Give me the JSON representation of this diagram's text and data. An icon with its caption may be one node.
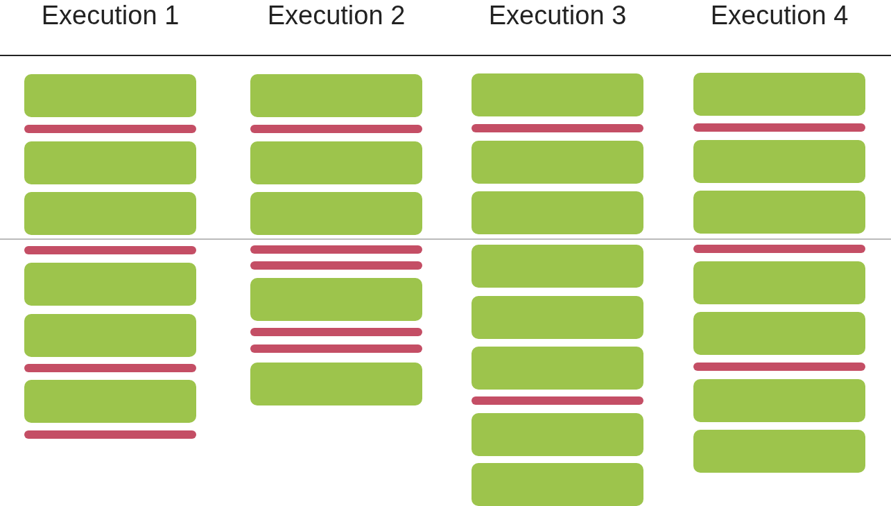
{
  "diagram": {
    "nodes": [
      {
        "text": [],
        "shape": "box"
      },
      {
        "text": [],
        "shape": "bar"
      },
      {
        "text": [],
        "shape": "box"
      },
      {
        "text": [],
        "shape": "box"
      },
      {
        "text": [],
        "shape": "bar"
      },
      {
        "text": [],
        "shape": "box"
      },
      {
        "text": [],
        "shape": "box"
      },
      {
        "text": [],
        "shape": "bar"
      },
      {
        "text": [],
        "shape": "box"
      },
      {
        "text": [],
        "shape": "bar"
      },
      {
        "text": [],
        "shape": "box"
      },
      {
        "text": [],
        "shape": "bar"
      },
      {
        "text": [],
        "shape": "box"
      },
      {
        "text": [],
        "shape": "box"
      },
      {
        "text": [],
        "shape": "bar"
      },
      {
        "text": [],
        "shape": "bar"
      },
      {
        "text": [],
        "shape": "box"
      },
      {
        "text": [],
        "shape": "bar"
      },
      {
        "text": [],
        "shape": "bar"
      },
      {
        "text": [],
        "shape": "box"
      },
      {
        "text": [],
        "shape": "box"
      },
      {
        "text": [],
        "shape": "bar"
      },
      {
        "text": [],
        "shape": "box"
      },
      {
        "text": [],
        "shape": "box"
      },
      {
        "text": [],
        "shape": "box"
      },
      {
        "text": [],
        "shape": "box"
      },
      {
        "text": [],
        "shape": "box"
      },
      {
        "text": [],
        "shape": "bar"
      },
      {
        "text": [],
        "shape": "box"
      },
      {
        "text": [],
        "shape": "box"
      },
      {
        "text": [],
        "shape": "box"
      },
      {
        "text": [],
        "shape": "bar"
      },
      {
        "text": [],
        "shape": "box"
      },
      {
        "text": [],
        "shape": "box"
      },
      {
        "text": [],
        "shape": "bar"
      },
      {
        "text": [],
        "shape": "box"
      },
      {
        "text": [],
        "shape": "box"
      },
      {
        "text": [],
        "shape": "bar"
      },
      {
        "text": [],
        "shape": "box"
      },
      {
        "text": [],
        "shape": "box"
      }
    ],
    "labels": [
      "Execution 1",
      "Execution 2",
      "Execution 3",
      "Execution 4"
    ]
  }
}
